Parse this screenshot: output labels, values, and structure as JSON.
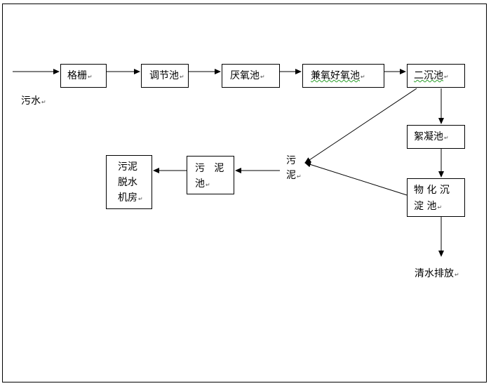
{
  "diagram": {
    "input_label": "污水",
    "process": {
      "grille": "格栅",
      "regulating_tank": "调节池",
      "anaerobic_tank": "厌氧池",
      "anoxic_aerobic_tank": "兼氧好氧池",
      "secondary_clarifier": "二沉池",
      "flocculation_tank": "絮凝池",
      "physchem_tank_line1": "物 化 沉",
      "physchem_tank_line2": "淀 池"
    },
    "sludge": {
      "label_line1": "污",
      "label_line2": "泥",
      "tank_line1": "污   泥",
      "tank_line2": "池",
      "dewater_line1": "污泥",
      "dewater_line2": "脱水",
      "dewater_line3": "机房"
    },
    "output_label": "清水排放",
    "paragraph_mark": "↵"
  }
}
